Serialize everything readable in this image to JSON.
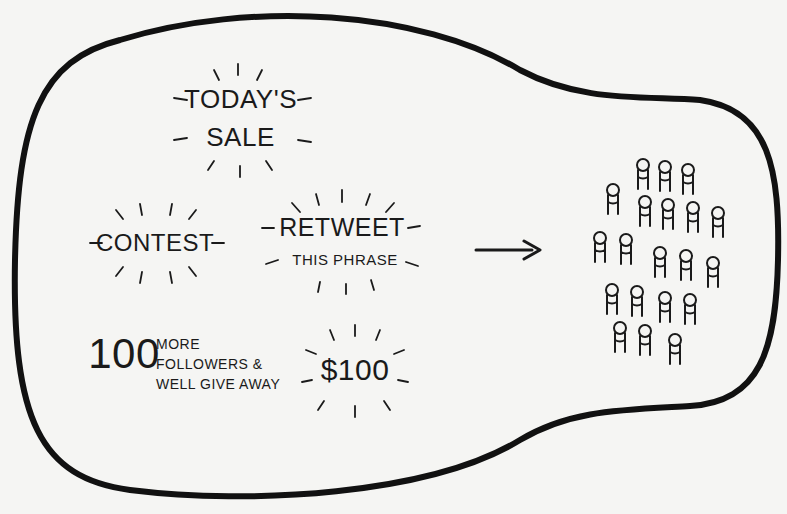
{
  "diagram": {
    "nodes": [
      {
        "text": [
          "TODAY'S SALE",
          "CONTEST",
          "RETWEET",
          "THIS PHRASE",
          "100",
          "MORE FOLLOWERS & WELL GIVE AWAY",
          "$100"
        ]
      }
    ]
  }
}
